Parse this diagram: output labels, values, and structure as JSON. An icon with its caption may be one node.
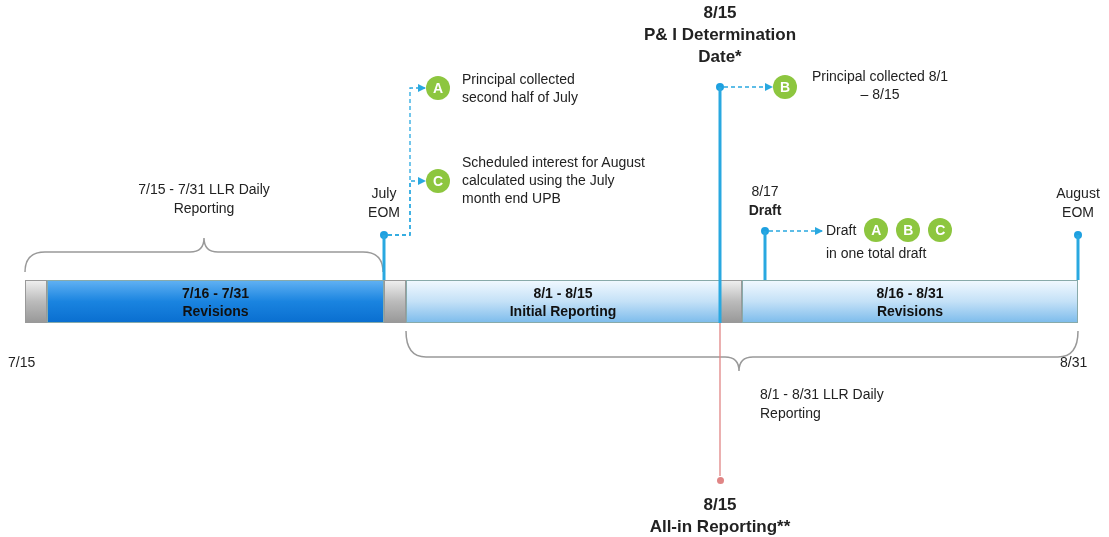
{
  "diagram": {
    "nodes": [
      {
        "text": [
          "7/16 - 7/31",
          "Revisions"
        ]
      },
      {
        "text": [
          "8/1 - 8/15",
          "Initial Reporting"
        ]
      },
      {
        "text": [
          "8/16 - 8/31",
          "Revisions"
        ]
      },
      {
        "text": [
          "July EOM"
        ]
      },
      {
        "text": [
          "A"
        ],
        "beside": [
          "Principal collected second half of July"
        ]
      },
      {
        "text": [
          "C"
        ],
        "beside": [
          "Scheduled interest for August calculated using the July month end UPB"
        ]
      },
      {
        "text": [
          "8/15",
          "P& I Determination Date*"
        ]
      },
      {
        "text": [
          "B"
        ],
        "beside": [
          "Principal collected 8/1 – 8/15"
        ]
      },
      {
        "text": [
          "8/17",
          "Draft"
        ]
      },
      {
        "text": [
          "Draft",
          "in one total draft"
        ]
      },
      {
        "text": [
          "A"
        ],
        "in": 9
      },
      {
        "text": [
          "B"
        ],
        "in": 9
      },
      {
        "text": [
          "C"
        ],
        "in": 9
      },
      {
        "text": [
          "August EOM"
        ]
      },
      {
        "text": [
          "8/15",
          "All-in Reporting**"
        ]
      }
    ],
    "edges": [
      {
        "from": 3,
        "to": 4,
        "arrow": "to",
        "style": "dashed"
      },
      {
        "from": 3,
        "to": 5,
        "arrow": "to",
        "style": "dashed"
      },
      {
        "from": 6,
        "to": 7,
        "arrow": "to",
        "style": "dashed"
      },
      {
        "from": 8,
        "to": 9,
        "arrow": "to",
        "style": "dashed"
      },
      {
        "from": 3,
        "to": 0,
        "arrow": "none",
        "style": "thick"
      },
      {
        "from": 6,
        "to": 1,
        "arrow": "none",
        "style": "thick"
      },
      {
        "from": 8,
        "to": 2,
        "arrow": "none",
        "style": "thick"
      },
      {
        "from": 13,
        "to": 2,
        "arrow": "none",
        "style": "thick"
      },
      {
        "from": 14,
        "to": 1,
        "arrow": "none",
        "color": "#e08585"
      }
    ],
    "labels": [
      "7/15 - 7/31 LLR Daily Reporting",
      "7/15",
      "8/1 - 8/31 LLR Daily Reporting",
      "8/31"
    ]
  }
}
